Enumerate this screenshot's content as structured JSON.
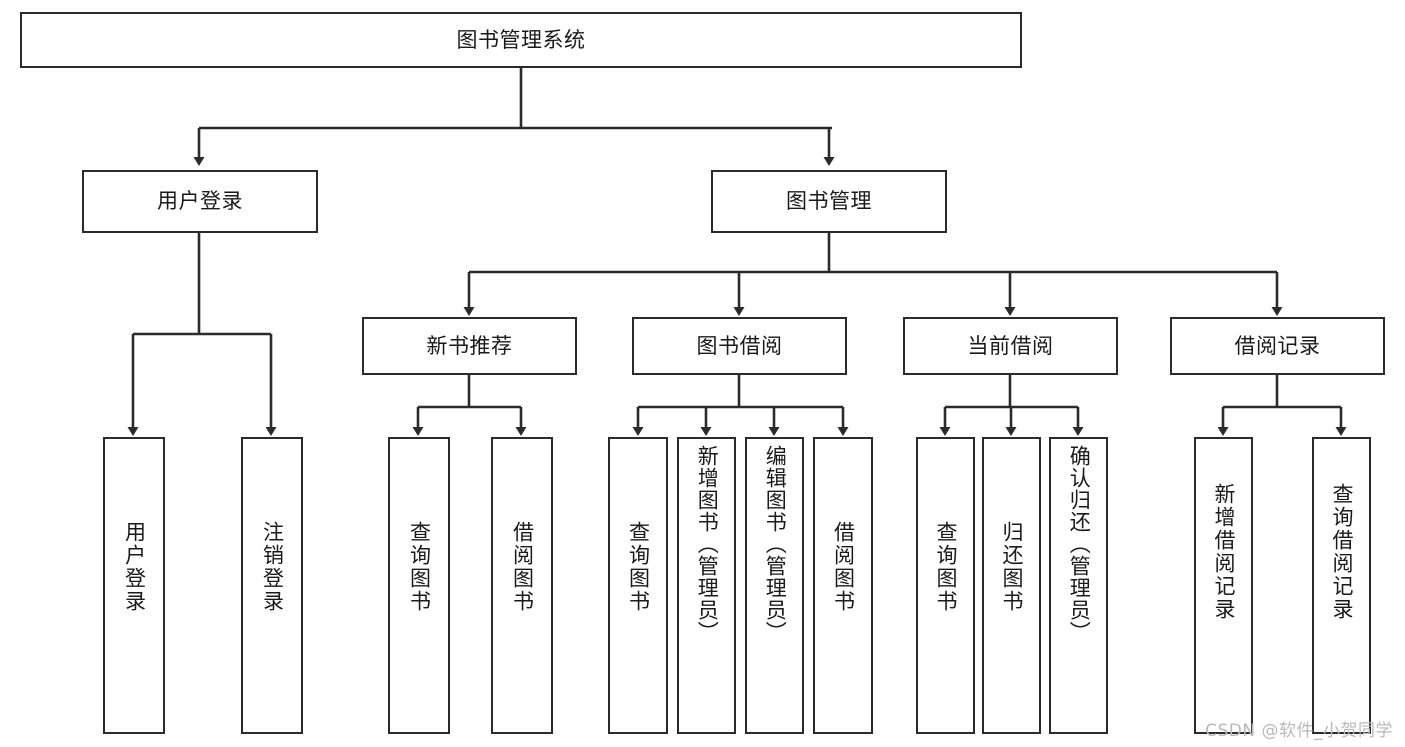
{
  "diagram": {
    "title": "图书管理系统",
    "type": "hierarchy-tree",
    "root": {
      "id": "root",
      "label": "图书管理系统"
    },
    "level2": [
      {
        "id": "user-login",
        "label": "用户登录"
      },
      {
        "id": "book-management",
        "label": "图书管理"
      }
    ],
    "level3": [
      {
        "id": "new-book-recommend",
        "label": "新书推荐",
        "parent": "book-management"
      },
      {
        "id": "book-borrow",
        "label": "图书借阅",
        "parent": "book-management"
      },
      {
        "id": "current-borrow",
        "label": "当前借阅",
        "parent": "book-management"
      },
      {
        "id": "borrow-record",
        "label": "借阅记录",
        "parent": "book-management"
      }
    ],
    "leaves": [
      {
        "id": "leaf-user-login",
        "label": "用户登录",
        "parent": "user-login"
      },
      {
        "id": "leaf-logout-login",
        "label": "注销登录",
        "parent": "user-login"
      },
      {
        "id": "leaf-query-book-1",
        "label": "查询图书",
        "parent": "new-book-recommend"
      },
      {
        "id": "leaf-borrow-book-1",
        "label": "借阅图书",
        "parent": "new-book-recommend"
      },
      {
        "id": "leaf-query-book-2",
        "label": "查询图书",
        "parent": "book-borrow"
      },
      {
        "id": "leaf-add-book",
        "label": "新增图书（管理员）",
        "parent": "book-borrow"
      },
      {
        "id": "leaf-edit-book",
        "label": "编辑图书（管理员）",
        "parent": "book-borrow"
      },
      {
        "id": "leaf-borrow-book-2",
        "label": "借阅图书",
        "parent": "book-borrow"
      },
      {
        "id": "leaf-query-book-3",
        "label": "查询图书",
        "parent": "current-borrow"
      },
      {
        "id": "leaf-return-book",
        "label": "归还图书",
        "parent": "current-borrow"
      },
      {
        "id": "leaf-confirm-return",
        "label": "确认归还（管理员）",
        "parent": "current-borrow"
      },
      {
        "id": "leaf-add-record",
        "label": "新增借阅记录",
        "parent": "borrow-record"
      },
      {
        "id": "leaf-query-record",
        "label": "查询借阅记录",
        "parent": "borrow-record"
      }
    ],
    "colors": {
      "stroke": "#2b2b2b",
      "fill": "#ffffff",
      "text": "#1a1a1a",
      "watermark": "#b9b9b9"
    }
  },
  "watermark": {
    "text": "CSDN @软件_小贺同学"
  }
}
